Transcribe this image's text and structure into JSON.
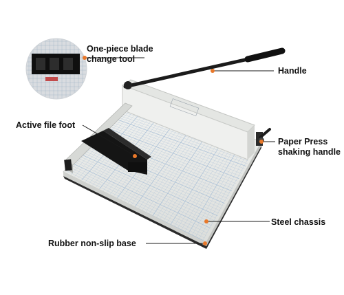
{
  "callouts": {
    "blade_tool": {
      "line1": "One-piece blade",
      "line2": "change tool"
    },
    "handle": "Handle",
    "file_foot": "Active file foot",
    "paper_press": {
      "line1": "Paper Press",
      "line2": "shaking handle"
    },
    "chassis": "Steel chassis",
    "base": "Rubber non-slip base"
  },
  "colors": {
    "leader_dot": "#e8782a",
    "body": "#ecedeb",
    "grid_line": "#a9bfd6",
    "blade_inset_bg": "#d9dce0"
  }
}
